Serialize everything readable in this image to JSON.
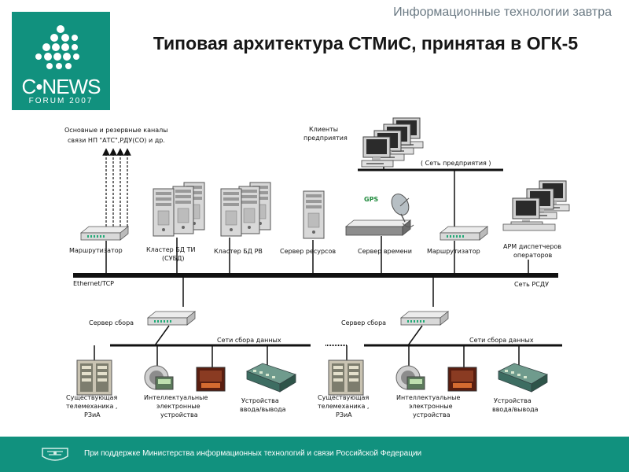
{
  "header": {
    "tagline": "Информационные технологии завтра",
    "title": "Типовая архитектура СТМиС, принятая в ОГК-5"
  },
  "logo": {
    "name": "C•NEWS",
    "forum": "FORUM 2007"
  },
  "diagram": {
    "channels_label_1": "Основные и резервные каналы",
    "channels_label_2": "связи НП \"АТС\",РДУ(СО) и др.",
    "clients_label_1": "Клиенты",
    "clients_label_2": "предприятия",
    "enterprise_network": "( Сеть предприятия )",
    "gps": "GPS",
    "router_left": "Маршрутизатор",
    "cluster_ti_1": "Кластер БД ТИ",
    "cluster_ti_2": "(СУБД)",
    "cluster_rv": "Кластер БД РВ",
    "resource_server": "Сервер ресурсов",
    "time_server": "Сервер времени",
    "router_right": "Маршрутизатор",
    "arm_1": "АРМ диспетчеров",
    "arm_2": "операторов",
    "ethernet": "Ethernet/TCP",
    "rsdu_network": "Сеть РСДУ",
    "collection_server_left": "Сервер сбора",
    "collection_server_right": "Сервер сбора",
    "data_networks_left": "Сети сбора данных",
    "data_networks_right": "Сети сбора данных",
    "telemech_1": "Существующая",
    "telemech_2": "телемеханика ,",
    "telemech_3": "РЗиА",
    "ied_1": "Интеллектуальные",
    "ied_2": "электронные",
    "ied_3": "устройства",
    "io_1": "Устройства",
    "io_2": "ввода/вывода"
  },
  "footer": {
    "text": "При поддержке Министерства информационных технологий и связи Российской Федерации"
  },
  "colors": {
    "brand": "#11917e",
    "line": "#111111"
  }
}
